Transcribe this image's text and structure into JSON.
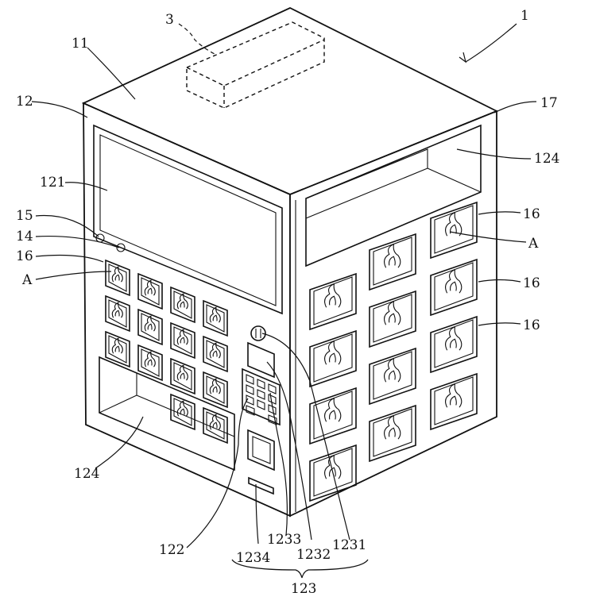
{
  "labels": {
    "device": "1",
    "top": "11",
    "front_face": "12",
    "side_face": "17",
    "box": "3",
    "front_screen": "121",
    "led_15": "15",
    "led_14": "14",
    "left_slot": "16",
    "left_a": "A",
    "front_outlet": "124",
    "side_outlet": "124",
    "side_slot_1": "16",
    "side_a": "A",
    "side_slot_2": "16",
    "side_slot_3": "16",
    "reader": "122",
    "part_1234": "1234",
    "part_1233": "1233",
    "part_1232": "1232",
    "part_1231": "1231",
    "assembly": "123"
  }
}
